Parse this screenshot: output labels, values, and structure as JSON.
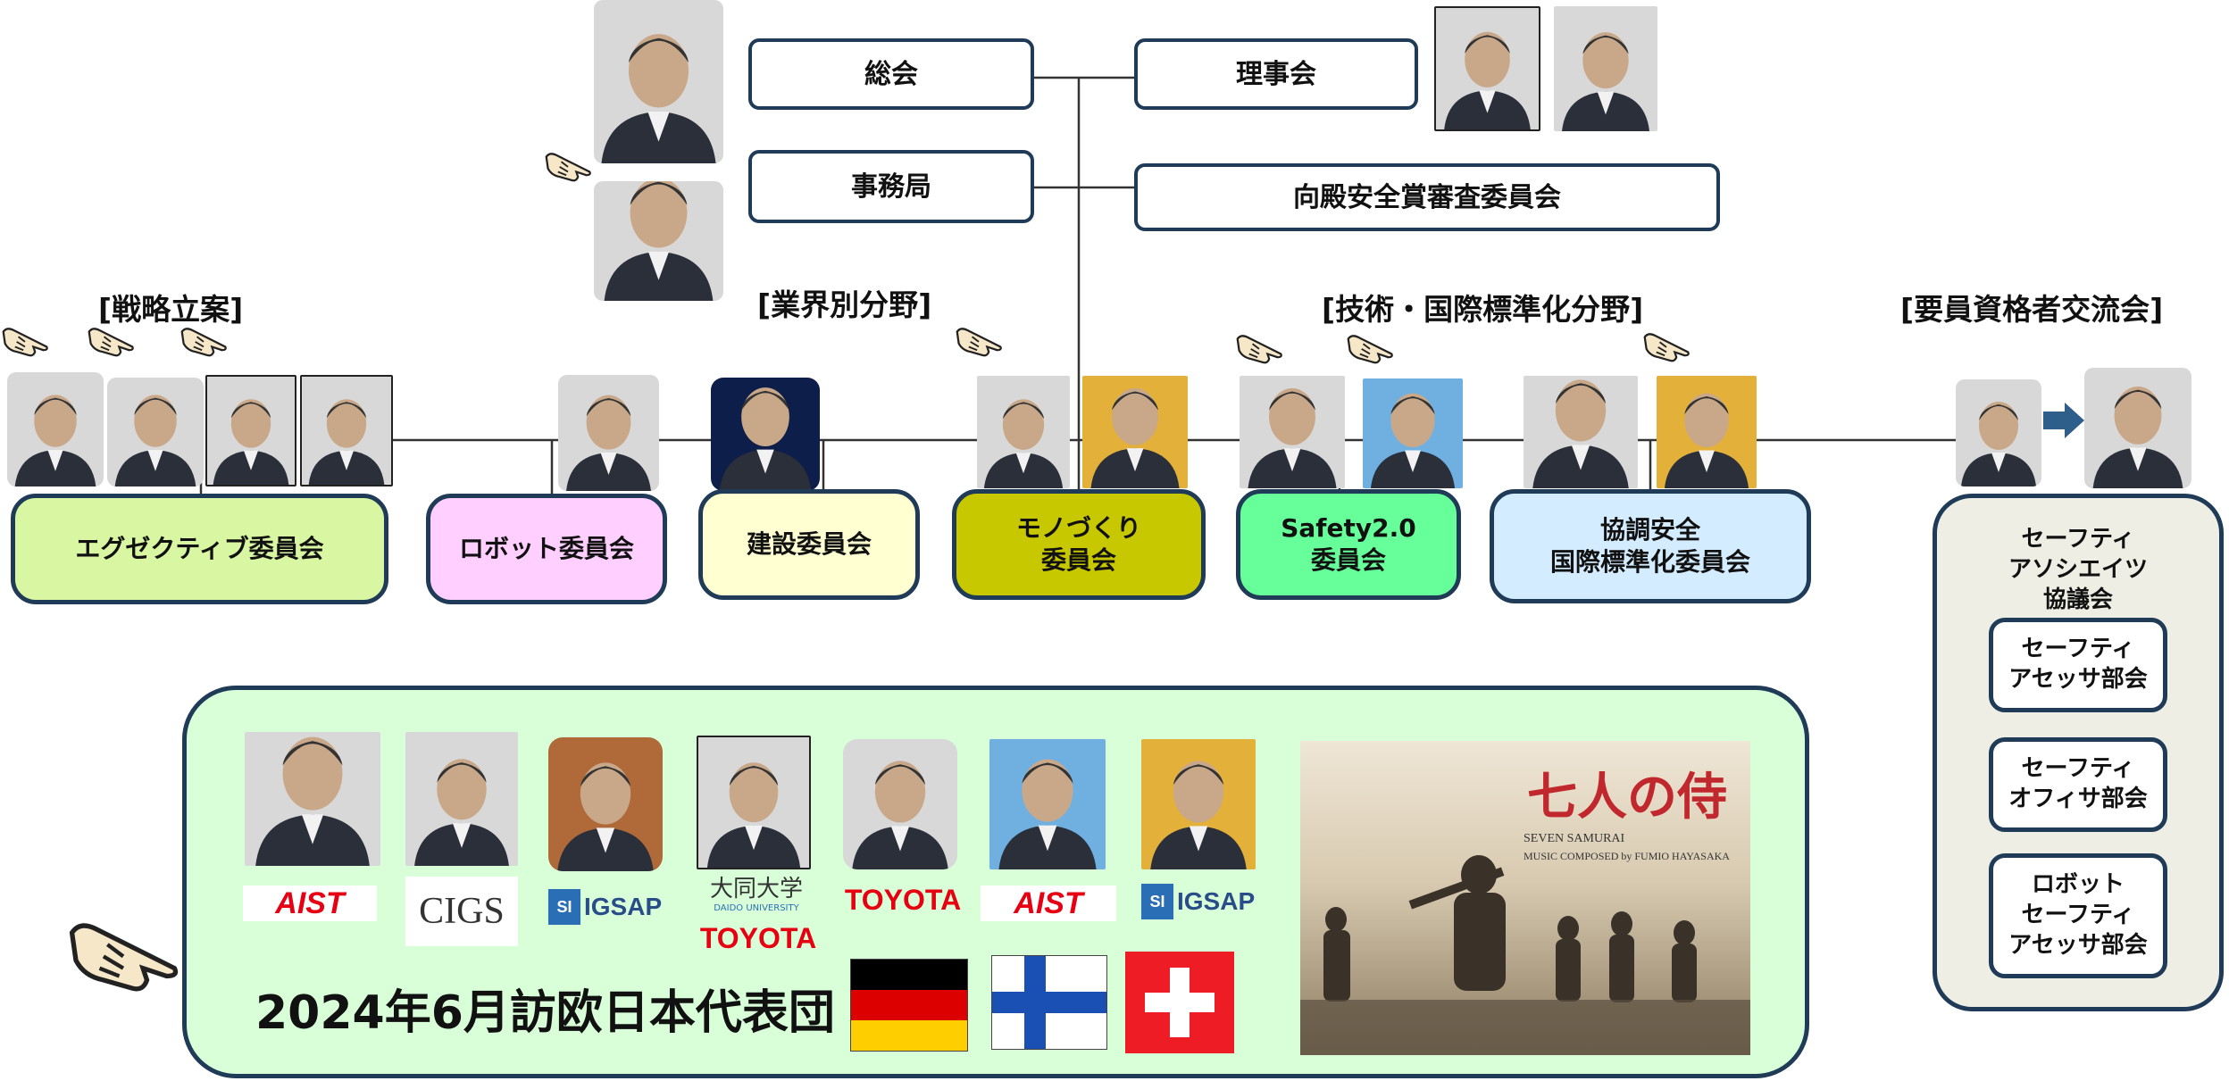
{
  "top": {
    "general_meeting": "総会",
    "board": "理事会",
    "secretariat": "事務局",
    "mukaidono_award": "向殿安全賞審査委員会"
  },
  "sections": {
    "strategy": "[戦略立案]",
    "industry": "[業界別分野]",
    "technology": "[技術・国際標準化分野]",
    "qualifiers": "[要員資格者交流会]"
  },
  "committees": {
    "executive": "エグゼクティブ委員会",
    "robot": "ロボット委員会",
    "construction": "建設委員会",
    "monozukuri": "モノづくり\n委員会",
    "safety20": "Safety2.0\n委員会",
    "cooperative": "協調安全\n国際標準化委員会"
  },
  "associates": {
    "council": "セーフティ\nアソシエイツ\n協議会",
    "assessor": "セーフティ\nアセッサ部会",
    "officer": "セーフティ\nオフィサ部会",
    "robot_assessor": "ロボット\nセーフティ\nアセッサ部会"
  },
  "delegation": {
    "title": "2024年6月訪欧日本代表団",
    "logos": {
      "aist": "AIST",
      "cigs": "CIGS",
      "igsap": "IGSAP",
      "daido_name": "大同大学",
      "daido_sub": "DAIDO UNIVERSITY",
      "toyota": "TOYOTA"
    },
    "flags": [
      "germany",
      "finland",
      "switzerland"
    ],
    "poster": {
      "title": "七人の侍",
      "subtitle": "SEVEN SAMURAI",
      "credit": "MUSIC COMPOSED by FUMIO HAYASAKA"
    }
  },
  "colors": {
    "box_border": "#1f3b57",
    "executive": "#d9f7a2",
    "robot": "#ffcfff",
    "construction": "#ffffd1",
    "monozukuri": "#c8c800",
    "safety20": "#66ff99",
    "cooperative": "#d4ecff",
    "delegation_bg": "#d9ffd9",
    "associates_bg": "#eeeee4",
    "connector": "#333333",
    "toyota_red": "#e60012",
    "arrow_blue": "#2e5e8a"
  },
  "icons": [
    "pointing-hand-icon",
    "portrait-photo",
    "arrow-right-icon",
    "flag-germany",
    "flag-finland",
    "flag-switzerland"
  ]
}
